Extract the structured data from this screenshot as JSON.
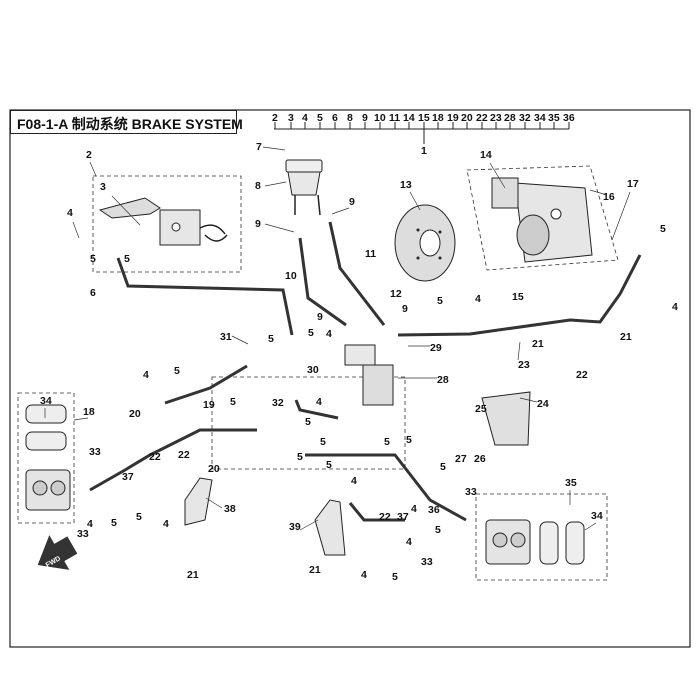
{
  "header": {
    "title": "F08-1-A 制动系统 BRAKE SYSTEM"
  },
  "top_index_numbers": [
    "2",
    "3",
    "4",
    "5",
    "6",
    "8",
    "9",
    "10",
    "11",
    "14",
    "15",
    "18",
    "19",
    "20",
    "22",
    "23",
    "28",
    "32",
    "34",
    "35",
    "36"
  ],
  "top_index_total": "1",
  "fwd_label": "FWD",
  "callouts": [
    {
      "id": "c2",
      "text": "2"
    },
    {
      "id": "c3",
      "text": "3"
    },
    {
      "id": "c4a",
      "text": "4"
    },
    {
      "id": "c5a",
      "text": "5"
    },
    {
      "id": "c5b",
      "text": "5"
    },
    {
      "id": "c6",
      "text": "6"
    },
    {
      "id": "c7",
      "text": "7"
    },
    {
      "id": "c8",
      "text": "8"
    },
    {
      "id": "c9a",
      "text": "9"
    },
    {
      "id": "c9b",
      "text": "9"
    },
    {
      "id": "c9c",
      "text": "9"
    },
    {
      "id": "c9d",
      "text": "9"
    },
    {
      "id": "c10",
      "text": "10"
    },
    {
      "id": "c11",
      "text": "11"
    },
    {
      "id": "c12",
      "text": "12"
    },
    {
      "id": "c13",
      "text": "13"
    },
    {
      "id": "c14",
      "text": "14"
    },
    {
      "id": "c15",
      "text": "15"
    },
    {
      "id": "c16",
      "text": "16"
    },
    {
      "id": "c17",
      "text": "17"
    },
    {
      "id": "c5c",
      "text": "5"
    },
    {
      "id": "c4b",
      "text": "4"
    },
    {
      "id": "c5d",
      "text": "5"
    },
    {
      "id": "c4c",
      "text": "4"
    },
    {
      "id": "c21a",
      "text": "21"
    },
    {
      "id": "c21b",
      "text": "21"
    },
    {
      "id": "c22a",
      "text": "22"
    },
    {
      "id": "c23",
      "text": "23"
    },
    {
      "id": "c31",
      "text": "31"
    },
    {
      "id": "c5e",
      "text": "5"
    },
    {
      "id": "c5f",
      "text": "5"
    },
    {
      "id": "c4d",
      "text": "4"
    },
    {
      "id": "c29",
      "text": "29"
    },
    {
      "id": "c28",
      "text": "28"
    },
    {
      "id": "c30",
      "text": "30"
    },
    {
      "id": "c4e",
      "text": "4"
    },
    {
      "id": "c5g",
      "text": "5"
    },
    {
      "id": "c5h",
      "text": "5"
    },
    {
      "id": "c24",
      "text": "24"
    },
    {
      "id": "c25",
      "text": "25"
    },
    {
      "id": "c27",
      "text": "27"
    },
    {
      "id": "c26",
      "text": "26"
    },
    {
      "id": "c4f",
      "text": "4"
    },
    {
      "id": "c5i",
      "text": "5"
    },
    {
      "id": "c19",
      "text": "19"
    },
    {
      "id": "c34a",
      "text": "34"
    },
    {
      "id": "c18",
      "text": "18"
    },
    {
      "id": "c20a",
      "text": "20"
    },
    {
      "id": "c5j",
      "text": "5"
    },
    {
      "id": "c32",
      "text": "32"
    },
    {
      "id": "c33a",
      "text": "33"
    },
    {
      "id": "c22b",
      "text": "22"
    },
    {
      "id": "c22c",
      "text": "22"
    },
    {
      "id": "c20b",
      "text": "20"
    },
    {
      "id": "c37a",
      "text": "37"
    },
    {
      "id": "c5k",
      "text": "5"
    },
    {
      "id": "c4g",
      "text": "4"
    },
    {
      "id": "c5l",
      "text": "5"
    },
    {
      "id": "c4h",
      "text": "4"
    },
    {
      "id": "c33b",
      "text": "33"
    },
    {
      "id": "c38",
      "text": "38"
    },
    {
      "id": "c21c",
      "text": "21"
    },
    {
      "id": "c5m",
      "text": "5"
    },
    {
      "id": "c5n",
      "text": "5"
    },
    {
      "id": "c4i",
      "text": "4"
    },
    {
      "id": "c4j",
      "text": "4"
    },
    {
      "id": "c22d",
      "text": "22"
    },
    {
      "id": "c37b",
      "text": "37"
    },
    {
      "id": "c36",
      "text": "36"
    },
    {
      "id": "c39",
      "text": "39"
    },
    {
      "id": "c21d",
      "text": "21"
    },
    {
      "id": "c4k",
      "text": "4"
    },
    {
      "id": "c5o",
      "text": "5"
    },
    {
      "id": "c33c",
      "text": "33"
    },
    {
      "id": "c33d",
      "text": "33"
    },
    {
      "id": "c35",
      "text": "35"
    },
    {
      "id": "c34b",
      "text": "34"
    },
    {
      "id": "c5p",
      "text": "5"
    },
    {
      "id": "c5q",
      "text": "5"
    },
    {
      "id": "c4l",
      "text": "4"
    },
    {
      "id": "c5r",
      "text": "5"
    },
    {
      "id": "c5s",
      "text": "5"
    }
  ]
}
